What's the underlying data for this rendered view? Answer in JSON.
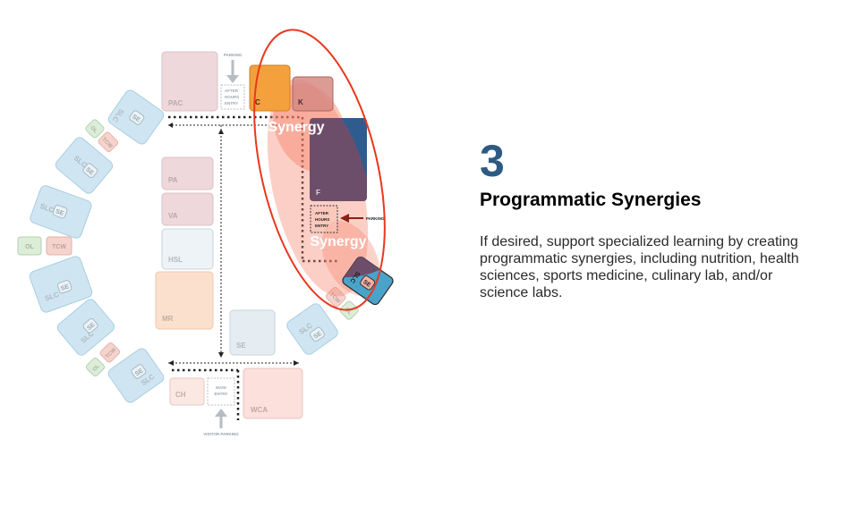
{
  "slide": {
    "number": "3",
    "title": "Programmatic Synergies",
    "description": "If desired, support specialized learning by creating programmatic synergies, including nutrition, health sciences, sports medicine, culinary lab, and/or science labs."
  },
  "diagram": {
    "synergy_label_top": "Synergy",
    "synergy_label_bottom": "Synergy",
    "rooms": {
      "pac": "PAC",
      "pa": "PA",
      "va": "VA",
      "hsl": "HSL",
      "mr": "MR",
      "se": "SE",
      "ch": "CH",
      "wca": "WCA",
      "c": "C",
      "k": "K",
      "f": "F",
      "slc": "SLC",
      "ol": "OL",
      "tcw": "TCW"
    },
    "signs": {
      "parking_top": "PARKING",
      "after_hours_top": [
        "AFTER",
        "HOURS",
        "ENTRY"
      ],
      "after_hours_mid": [
        "AFTER",
        "HOURS",
        "ENTRY"
      ],
      "parking_right": "PARKING",
      "main_entry": [
        "MAIN",
        "ENTRY"
      ],
      "visitor_parking": "VISITOR PARKING"
    },
    "colors": {
      "learning_community": "#cfe6f2",
      "outdoor_learning": "#dcedd8",
      "tcw": "#f6d3cd",
      "performing_arts": "#eed8dc",
      "music": "#fbe0cd",
      "synergy_zone": "#f7826a",
      "synergy_outline": "#e8381e",
      "culinary": "#f4a03c",
      "fitness": "#6d4e6a",
      "science": "#4aa3c9",
      "accent_text": "#2d5a82"
    }
  }
}
